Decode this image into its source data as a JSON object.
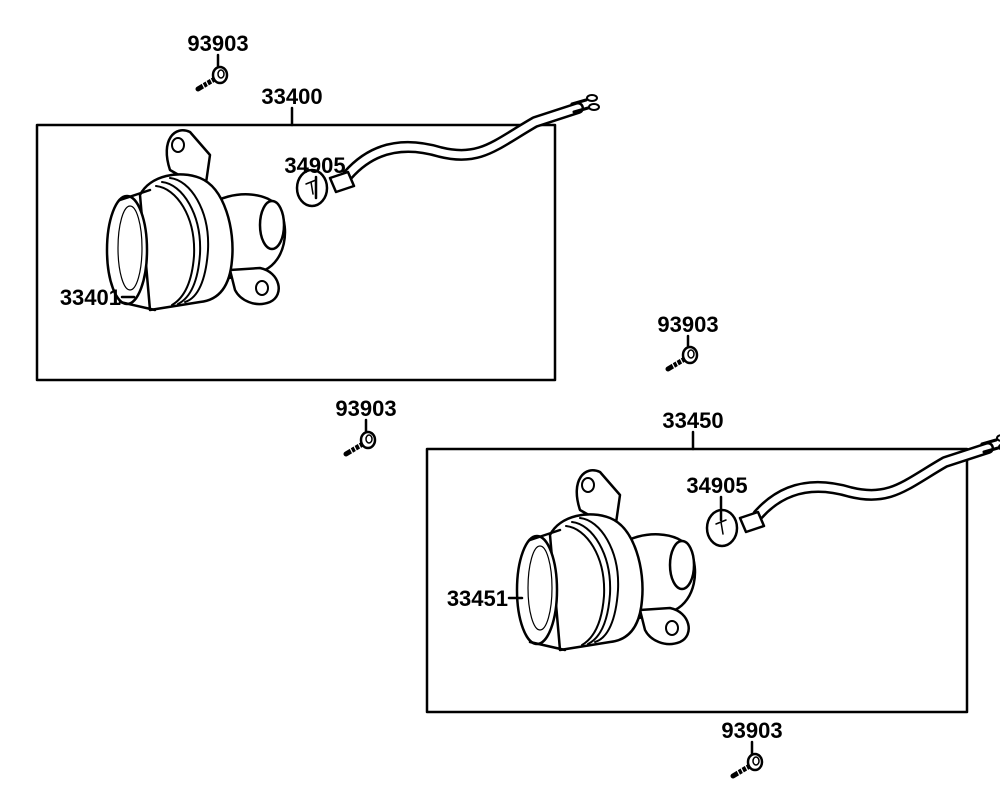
{
  "colors": {
    "ink": "#000000",
    "background": "#ffffff"
  },
  "labels": {
    "screw_top_left": "93903",
    "assembly_left": "33400",
    "bulb_left": "34905",
    "housing_left": "33401",
    "screw_mid_right": "93903",
    "screw_mid_center": "93903",
    "assembly_right": "33450",
    "bulb_right": "34905",
    "housing_right": "33451",
    "screw_bottom_right": "93903"
  }
}
